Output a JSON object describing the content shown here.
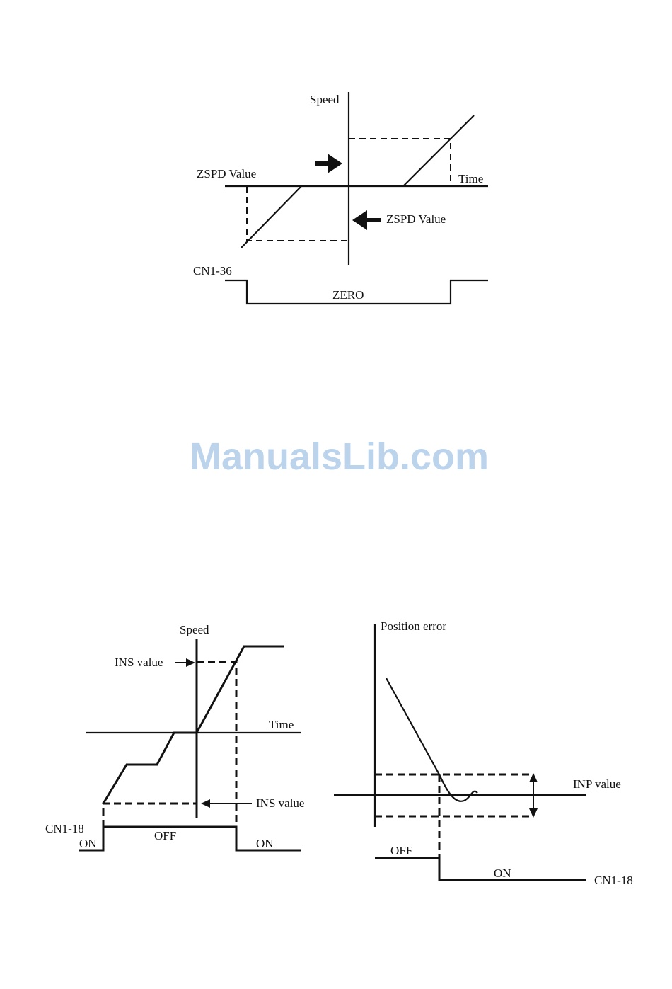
{
  "diagram_zero_speed": {
    "speed_axis_label": "Speed",
    "time_axis_label": "Time",
    "zspd_upper_label": "ZSPD Value",
    "zspd_lower_label": "ZSPD Value",
    "signal_name": "CN1-36",
    "signal_state": "ZERO"
  },
  "watermark": "ManualsLib.com",
  "diagram_speed_reached": {
    "speed_axis_label": "Speed",
    "time_axis_label": "Time",
    "ins_upper_label": "INS value",
    "ins_lower_label": "INS value",
    "signal_name": "CN1-18",
    "state_left": "ON",
    "state_mid": "OFF",
    "state_right": "ON"
  },
  "diagram_in_position": {
    "y_axis_label": "Position error",
    "inp_label": "INP value",
    "state_off": "OFF",
    "state_on": "ON",
    "signal_name": "CN1-18"
  }
}
